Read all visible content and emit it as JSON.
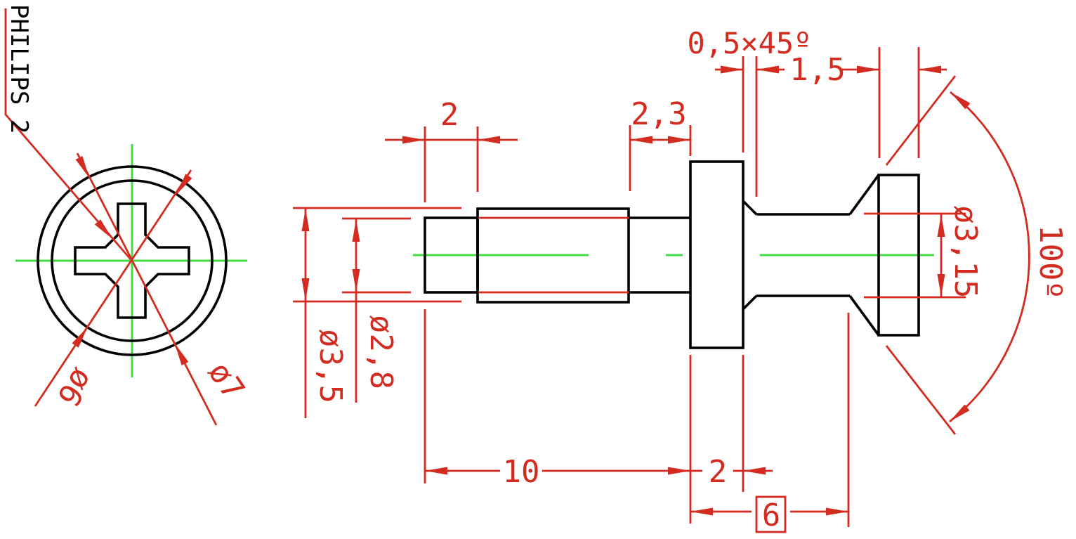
{
  "drawing": {
    "type_label": "PHILIPS 2",
    "colors": {
      "outline": "#000000",
      "dimension": "#d32b20",
      "centerline": "#45db45",
      "background": "#ffffff"
    },
    "front_view": {
      "inner_diameter": "ø6",
      "outer_diameter": "ø7"
    },
    "side_view": {
      "shank_tip_length": "2",
      "thread_runout_length": "2,3",
      "chamfer": "0,5×45º",
      "head_height": "1,5",
      "shank_diameter": "ø2,8",
      "thread_diameter": "ø3,5",
      "neck_diameter": "ø3,15",
      "head_cone_angle": "100º",
      "threaded_length": "10",
      "flange_width": "2",
      "head_reference_length": "6"
    }
  }
}
